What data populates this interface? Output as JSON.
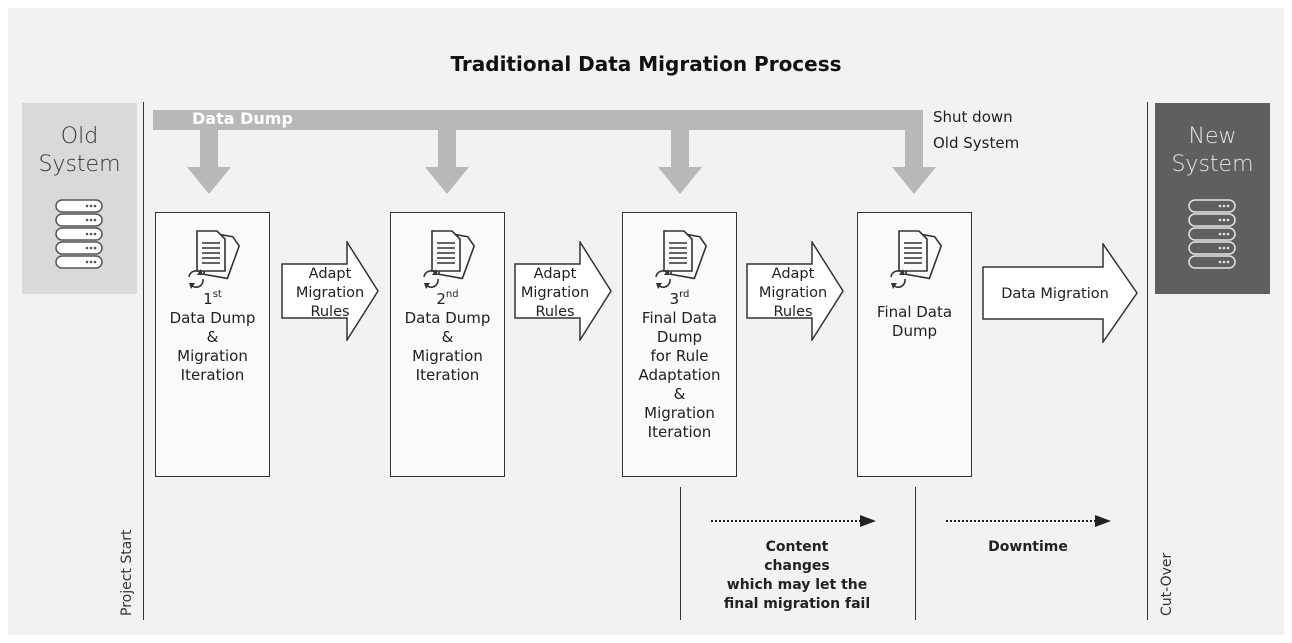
{
  "title": "Traditional Data Migration Process",
  "old_system": {
    "line1": "Old",
    "line2": "System"
  },
  "new_system": {
    "line1": "New",
    "line2": "System"
  },
  "data_dump_bar": "Data Dump",
  "shutdown": {
    "line1": "Shut down",
    "line2": "Old System"
  },
  "iterations": [
    {
      "ordinal_num": "1",
      "ordinal_suffix": "st",
      "lines": [
        "Data Dump",
        "&",
        "Migration",
        "Iteration"
      ]
    },
    {
      "ordinal_num": "2",
      "ordinal_suffix": "nd",
      "lines": [
        "Data Dump",
        "&",
        "Migration",
        "Iteration"
      ]
    },
    {
      "ordinal_num": "3",
      "ordinal_suffix": "rd",
      "lines": [
        "Final Data",
        "Dump",
        "for Rule",
        "Adaptation",
        "&",
        "Migration",
        "Iteration"
      ]
    },
    {
      "lines": [
        "Final Data",
        "Dump"
      ]
    }
  ],
  "adapt_rules": [
    "Adapt",
    "Migration",
    "Rules"
  ],
  "data_migration": "Data Migration",
  "content_changes": [
    "Content",
    "changes",
    "which may let the",
    "final migration fail"
  ],
  "downtime": "Downtime",
  "project_start": "Project Start",
  "cut_over": "Cut-Over",
  "colors": {
    "old_system": "#d9d9d9",
    "new_system": "#5f5f5f",
    "dump_bar": "#b8b8b8"
  }
}
